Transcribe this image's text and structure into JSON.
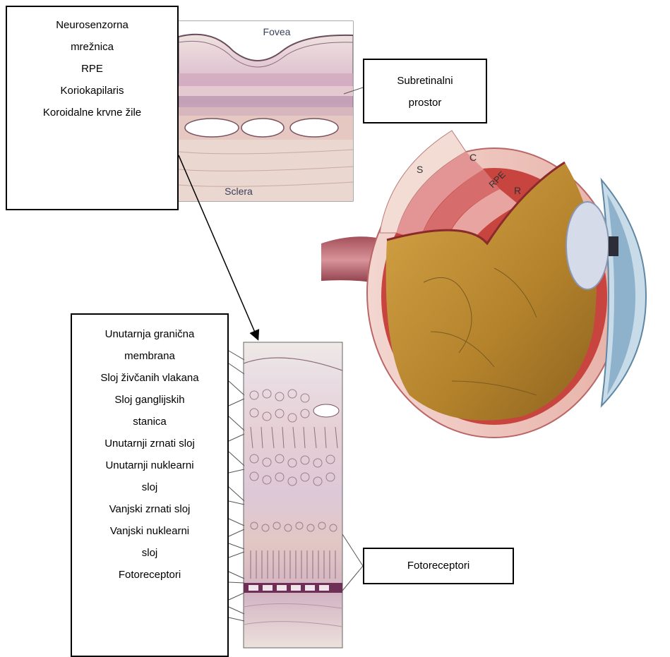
{
  "fovea_panel": {
    "fovea_label": "Fovea",
    "sclera_label": "Sclera"
  },
  "eye_illustration": {
    "label_s": "S",
    "label_c": "C",
    "label_rpe": "RPE",
    "label_r": "R"
  },
  "callouts": {
    "top_box_lines": [
      "Neurosenzorna",
      "mrežnica",
      "RPE",
      "Koriokapilaris",
      "Koroidalne krvne žile"
    ],
    "subretinal_lines": [
      "Subretinalni",
      "prostor"
    ],
    "layer_lines": [
      "Unutarnja granična",
      "membrana",
      "Sloj živčanih vlakana",
      "Sloj ganglijskih",
      "stanica",
      "Unutarnji zrnati sloj",
      "Unutarnji nuklearni",
      "sloj",
      "Vanjski zrnati sloj",
      "Vanjski nuklearni",
      "sloj",
      "Fotoreceptori"
    ],
    "photoreceptor_label": "Fotoreceptori"
  },
  "colors": {
    "sclera_pink": "#e9b8b0",
    "choroid_red": "#d9534f",
    "vitreous_gold": "#b8862e",
    "cornea_blue": "#8fb8d6",
    "lens_blue": "#c7d3e6"
  }
}
